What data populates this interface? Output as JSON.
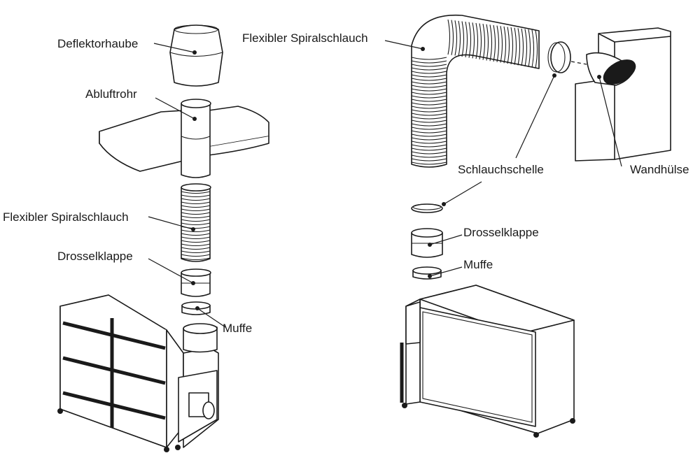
{
  "labels": {
    "deflektorhaube": "Deflektorhaube",
    "abluftrohr": "Abluftrohr",
    "spiral_left": "Flexibler Spiralschlauch",
    "drossel_left": "Drosselklappe",
    "muffe_left": "Muffe",
    "spiral_right": "Flexibler Spiralschlauch",
    "schlauchschelle": "Schlauchschelle",
    "wandhuelse": "Wandhülse",
    "drossel_right": "Drosselklappe",
    "muffe_right": "Muffe"
  }
}
